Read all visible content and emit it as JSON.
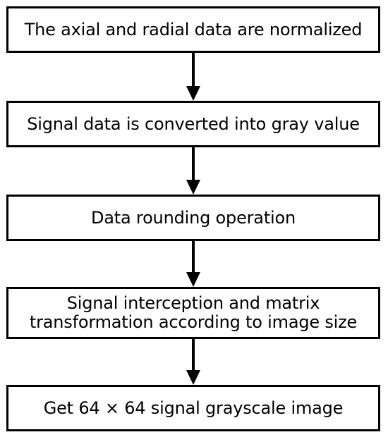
{
  "flowchart": {
    "steps": [
      {
        "label": "The axial and radial data  are normalized"
      },
      {
        "label": "Signal data is converted into gray value"
      },
      {
        "label": "Data rounding operation"
      },
      {
        "label": "Signal interception and matrix\ntransformation according to image size"
      },
      {
        "label": "Get 64 × 64 signal grayscale image"
      }
    ]
  },
  "colors": {
    "stroke": "#000000",
    "fill": "#ffffff"
  }
}
